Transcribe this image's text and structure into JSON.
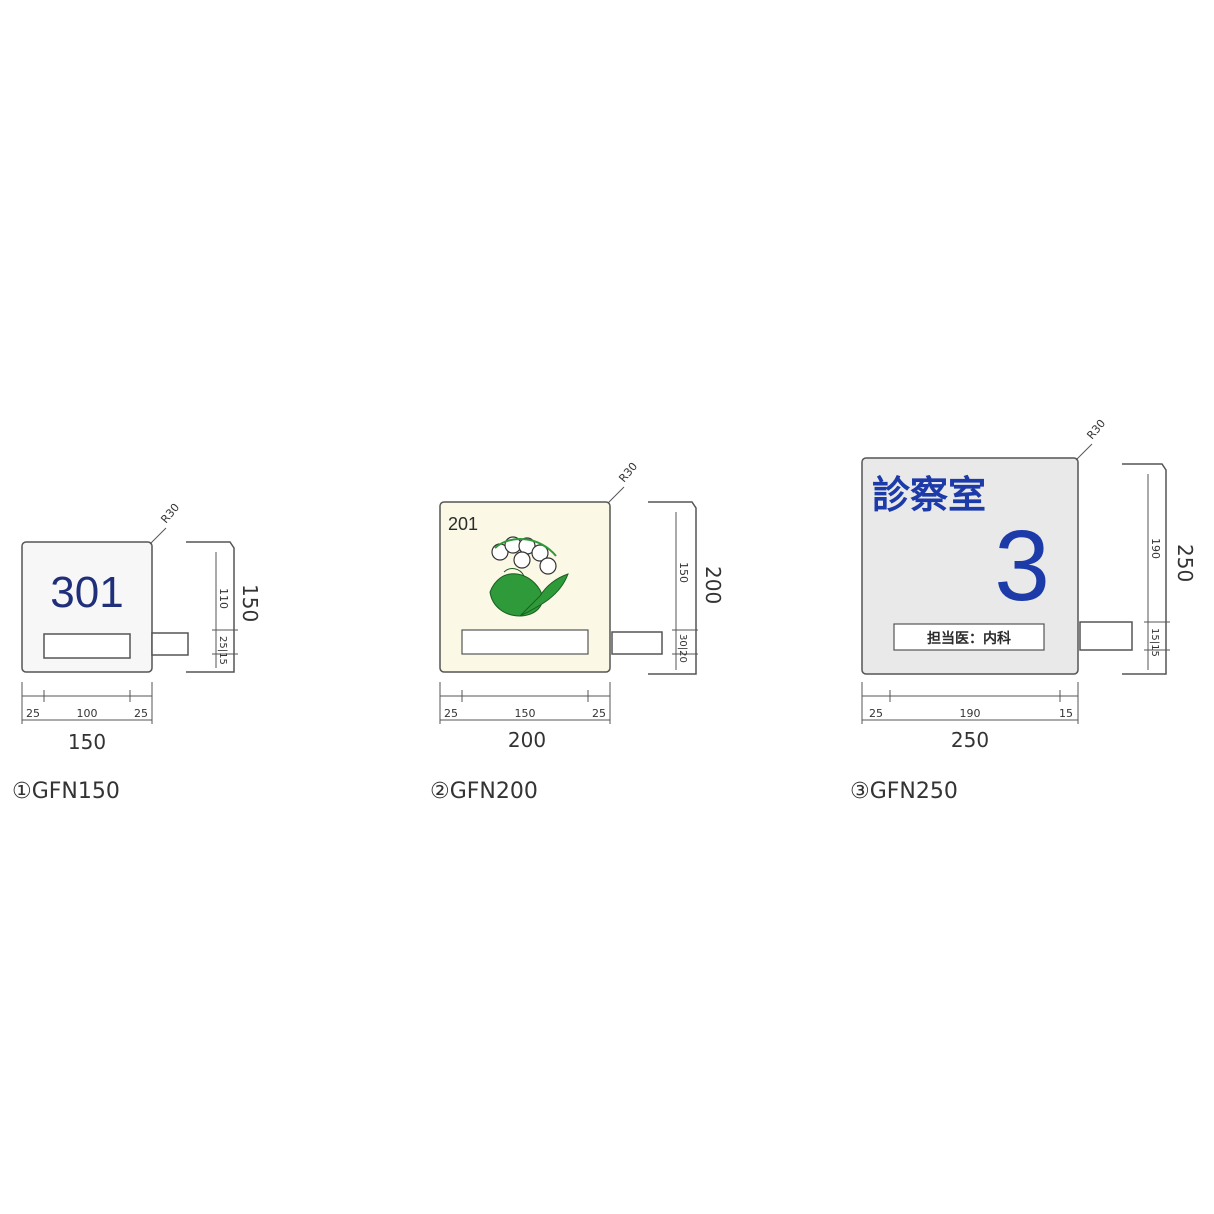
{
  "colors": {
    "line": "#555555",
    "text_dark": "#2b2b2b",
    "navy": "#1f2f7a",
    "blue": "#1c3aa8",
    "sign1_bg": "#f7f7f7",
    "sign2_bg": "#fbf9e6",
    "sign3_bg": "#e9e9e9",
    "leaf_green": "#2e9a3a"
  },
  "products": [
    {
      "sign_text": "301",
      "front_width": "150",
      "front_inner": "100",
      "front_left": "25",
      "front_right": "25",
      "side_height": "150",
      "side_upper": "110",
      "side_lower": "25|15",
      "corner_label": "R30",
      "caption": "①GFN150"
    },
    {
      "sign_text": "201",
      "front_width": "200",
      "front_inner": "150",
      "front_left": "25",
      "front_right": "25",
      "side_height": "200",
      "side_upper": "150",
      "side_lower": "30|20",
      "corner_label": "R30",
      "caption": "②GFN200"
    },
    {
      "sign_title": "診察室",
      "sign_number": "3",
      "sign_sub": "担当医：内科",
      "front_width": "250",
      "front_inner": "190",
      "front_left": "25",
      "front_right": "15",
      "side_height": "250",
      "side_upper": "190",
      "side_lower": "15|15",
      "corner_label": "R30",
      "caption": "③GFN250"
    }
  ]
}
